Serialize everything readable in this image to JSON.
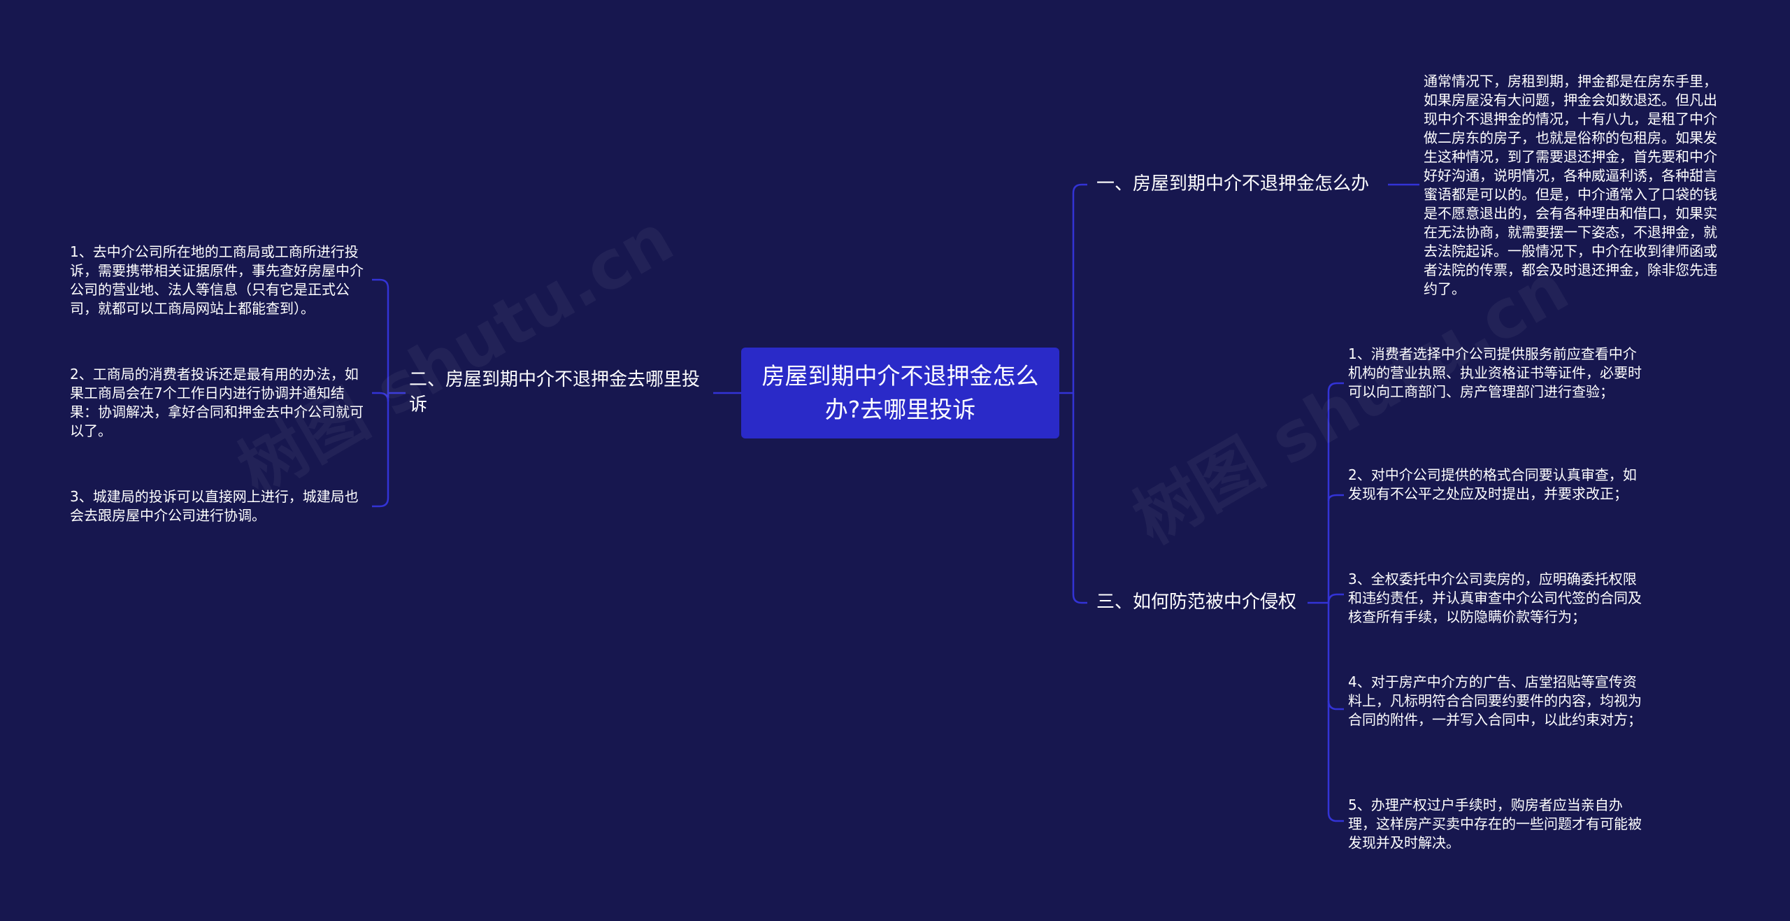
{
  "colors": {
    "background": "#17174f",
    "root": "#2a2ac8",
    "line": "#3333d6"
  },
  "watermark": "树图 shutu.cn",
  "root": {
    "label": "房屋到期中介不退押金怎么办?去哪里投诉"
  },
  "branches": [
    {
      "label": "一、房屋到期中介不退押金怎么办",
      "children": [
        "通常情况下，房租到期，押金都是在房东手里，如果房屋没有大问题，押金会如数退还。但凡出现中介不退押金的情况，十有八九，是租了中介做二房东的房子，也就是俗称的包租房。如果发生这种情况，到了需要退还押金，首先要和中介好好沟通，说明情况，各种威逼利诱，各种甜言蜜语都是可以的。但是，中介通常入了口袋的钱是不愿意退出的，会有各种理由和借口，如果实在无法协商，就需要摆一下姿态，不退押金，就去法院起诉。一般情况下，中介在收到律师函或者法院的传票，都会及时退还押金，除非您先违约了。"
      ]
    },
    {
      "label": "二、房屋到期中介不退押金去哪里投诉",
      "children": [
        "1、去中介公司所在地的工商局或工商所进行投诉，需要携带相关证据原件，事先查好房屋中介公司的营业地、法人等信息（只有它是正式公司，就都可以工商局网站上都能查到）。",
        "2、工商局的消费者投诉还是最有用的办法，如果工商局会在7个工作日内进行协调并通知结果：协调解决，拿好合同和押金去中介公司就可以了。",
        "3、城建局的投诉可以直接网上进行，城建局也会去跟房屋中介公司进行协调。"
      ]
    },
    {
      "label": "三、如何防范被中介侵权",
      "children": [
        "1、消费者选择中介公司提供服务前应查看中介机构的营业执照、执业资格证书等证件，必要时可以向工商部门、房产管理部门进行查验；",
        "2、对中介公司提供的格式合同要认真审查，如发现有不公平之处应及时提出，并要求改正；",
        "3、全权委托中介公司卖房的，应明确委托权限和违约责任，并认真审查中介公司代签的合同及核查所有手续，以防隐瞒价款等行为；",
        "4、对于房产中介方的广告、店堂招贴等宣传资料上，凡标明符合合同要约要件的内容，均视为合同的附件，一并写入合同中，以此约束对方；",
        "5、办理产权过户手续时，购房者应当亲自办理，这样房产买卖中存在的一些问题才有可能被发现并及时解决。"
      ]
    }
  ]
}
